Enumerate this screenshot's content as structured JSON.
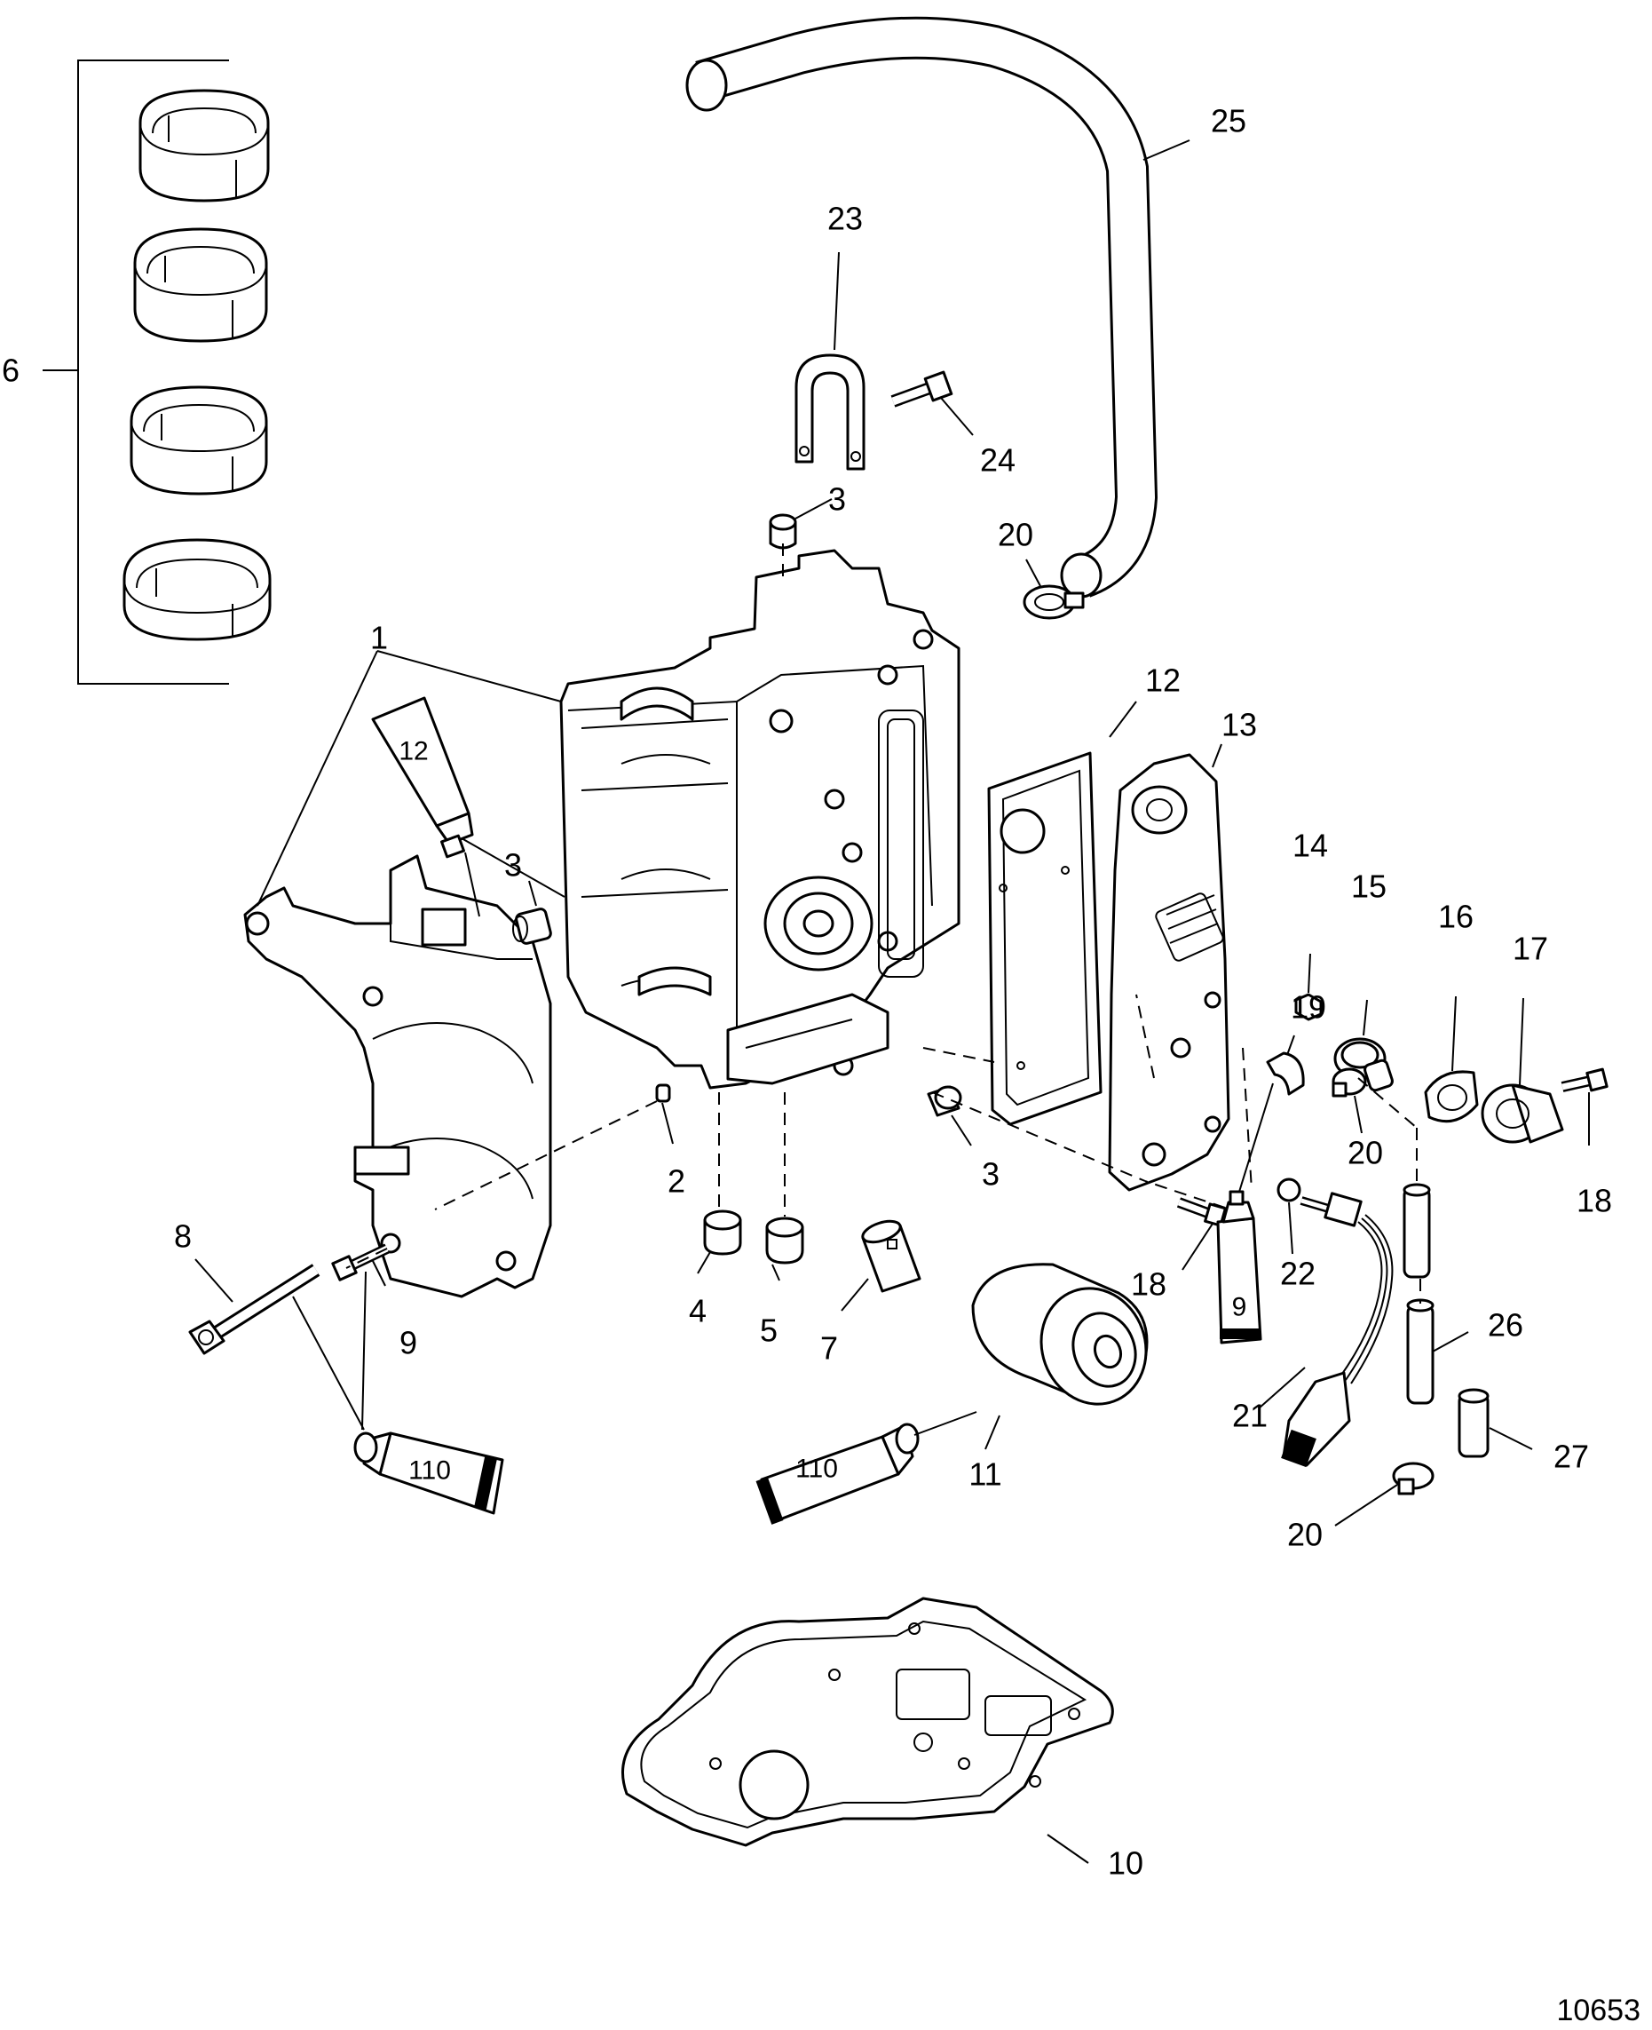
{
  "figure_number": "10653",
  "callouts": {
    "c1": "1",
    "c2": "2",
    "c3a": "3",
    "c3b": "3",
    "c3c": "3",
    "c4": "4",
    "c5": "5",
    "c6": "6",
    "c7": "7",
    "c8": "8",
    "c9": "9",
    "c10": "10",
    "c11": "11",
    "c12": "12",
    "c13": "13",
    "c14": "14",
    "c15": "15",
    "c16": "16",
    "c17": "17",
    "c18a": "18",
    "c18b": "18",
    "c19": "19",
    "c20a": "20",
    "c20b": "20",
    "c20c": "20",
    "c21": "21",
    "c22": "22",
    "c23": "23",
    "c24": "24",
    "c25": "25",
    "c26": "26",
    "c27": "27"
  },
  "tubes": {
    "t12": "12",
    "t9": "9",
    "t110a": "110",
    "t110b": "110"
  }
}
